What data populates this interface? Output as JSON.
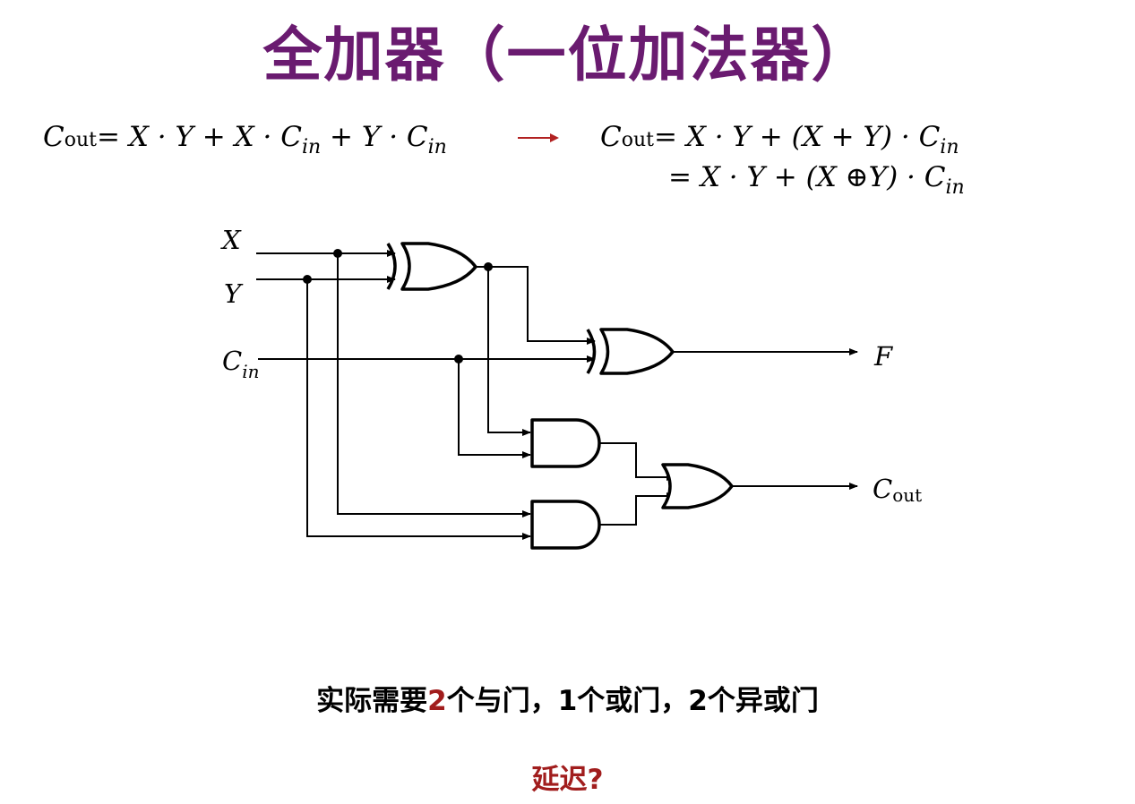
{
  "title": "全加器（一位加法器）",
  "equations": {
    "left": {
      "lhs": "C",
      "lhs_sub": "out",
      "rhs": "= X · Y + X · C",
      "rhs_sub1": "in",
      "rhs_mid": " + Y · C",
      "rhs_sub2": "in"
    },
    "right_line1": {
      "lhs": "C",
      "lhs_sub": "out",
      "rhs": "= X · Y + (X + Y) · C",
      "rhs_sub": "in"
    },
    "right_line2": {
      "rhs": "= X · Y + (X ⊕Y) · C",
      "rhs_sub": "in"
    }
  },
  "circuit": {
    "inputs": {
      "x": "X",
      "y": "Y",
      "cin": "C",
      "cin_sub": "in"
    },
    "outputs": {
      "f": "F",
      "cout": "C",
      "cout_sub": "out"
    },
    "gates": [
      "xor-1",
      "xor-2",
      "and-1",
      "and-2",
      "or-1"
    ]
  },
  "summary": {
    "prefix": "实际需要",
    "and_count": "2",
    "and_text": "个与门，",
    "or_count": "1",
    "or_text": "个或门，",
    "xor_count": "2",
    "xor_text": "个异或门"
  },
  "question": "延迟?",
  "colors": {
    "title": "#6a1b70",
    "accent_red": "#a11d1d",
    "arrow": "#b22222"
  }
}
